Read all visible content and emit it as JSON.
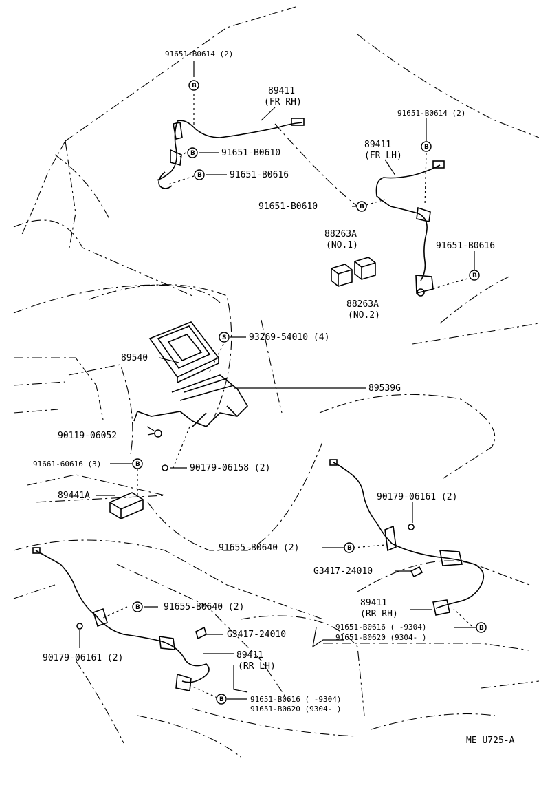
{
  "labels": {
    "b1": "91651-B0614 (2)",
    "fr_rh_num": "89411",
    "fr_rh_side": "(FR  RH)",
    "b2": "91651-B0610",
    "b3": "91651-B0616",
    "b4": "91651-B0614 (2)",
    "fr_lh_num": "89411",
    "fr_lh_side": "(FR  LH)",
    "b5": "91651-B0610",
    "relay1_num": "88263A",
    "relay1_sub": "(NO.1)",
    "b6": "91651-B0616",
    "relay2_num": "88263A",
    "relay2_sub": "(NO.2)",
    "s1": "93269-54010 (4)",
    "ecu": "89540",
    "bracket": "89539G",
    "bolt": "90119-06052",
    "b7": "91661-60616 (3)",
    "nut1": "90179-06158 (2)",
    "sensor": "89441A",
    "nut2": "90179-06161 (2)",
    "b8": "91655-B0640 (2)",
    "clamp1": "G3417-24010",
    "rr_rh_num": "89411",
    "rr_rh_side": "(RR  RH)",
    "rr_rh_b1": "91651-B0616 (          -9304)",
    "rr_rh_b2": "91651-B0620 (9304-         )",
    "b9": "91655-B0640 (2)",
    "clamp2": "G3417-24010",
    "nut3": "90179-06161 (2)",
    "rr_lh_num": "89411",
    "rr_lh_side": "(RR  LH)",
    "rr_lh_b1": "91651-B0616 (          -9304)",
    "rr_lh_b2": "91651-B0620 (9304-         )",
    "code": "ME U725-A"
  },
  "badges": {
    "bolt_letter": "B",
    "screw_letter": "S"
  }
}
